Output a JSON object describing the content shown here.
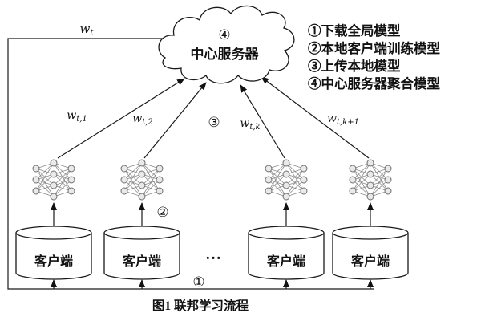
{
  "figure": {
    "caption": "图1  联邦学习流程",
    "server": {
      "step_badge": "④",
      "name": "中心服务器"
    },
    "legend": [
      "①下载全局模型",
      "②本地客户端训练模型",
      "③上传本地模型",
      "④中心服务器聚合模型"
    ],
    "weights": {
      "global": {
        "base": "w",
        "sub": "t"
      },
      "n1": {
        "base": "w",
        "sub": "t,1"
      },
      "n2": {
        "base": "w",
        "sub": "t,2"
      },
      "nk": {
        "base": "w",
        "sub": "t,k"
      },
      "nk1": {
        "base": "w",
        "sub": "t,k+1"
      }
    },
    "steps": {
      "download": "①",
      "train": "②",
      "upload": "③"
    },
    "clients": [
      "客户端",
      "客户端",
      "客户端",
      "客户端"
    ],
    "ellipsis": "…"
  }
}
